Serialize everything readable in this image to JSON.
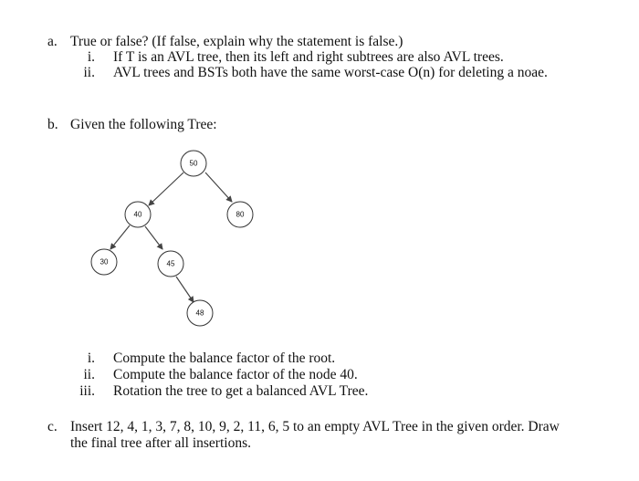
{
  "section_a": {
    "marker": "a.",
    "question": "True or false? (If false, explain why the statement is false.)",
    "items": [
      {
        "marker": "i.",
        "text": "If T is an AVL tree, then its left and right subtrees are also AVL trees."
      },
      {
        "marker": "ii.",
        "text": "AVL trees and BSTs both have the same worst-case O(n) for deleting a noae."
      }
    ]
  },
  "section_b": {
    "marker": "b.",
    "question": "Given the following Tree:",
    "tree_nodes": [
      "50",
      "40",
      "80",
      "30",
      "45",
      "48"
    ],
    "items": [
      {
        "marker": "i.",
        "text": "Compute the balance factor of the root."
      },
      {
        "marker": "ii.",
        "text": "Compute the balance factor of the node 40."
      },
      {
        "marker": "iii.",
        "text": "Rotation the tree to get a balanced AVL Tree."
      }
    ]
  },
  "section_c": {
    "marker": "c.",
    "line1": "Insert 12, 4, 1, 3, 7, 8, 10, 9, 2, 11, 6, 5 to an empty AVL Tree in the given order. Draw",
    "line2": "the final tree after all insertions."
  }
}
